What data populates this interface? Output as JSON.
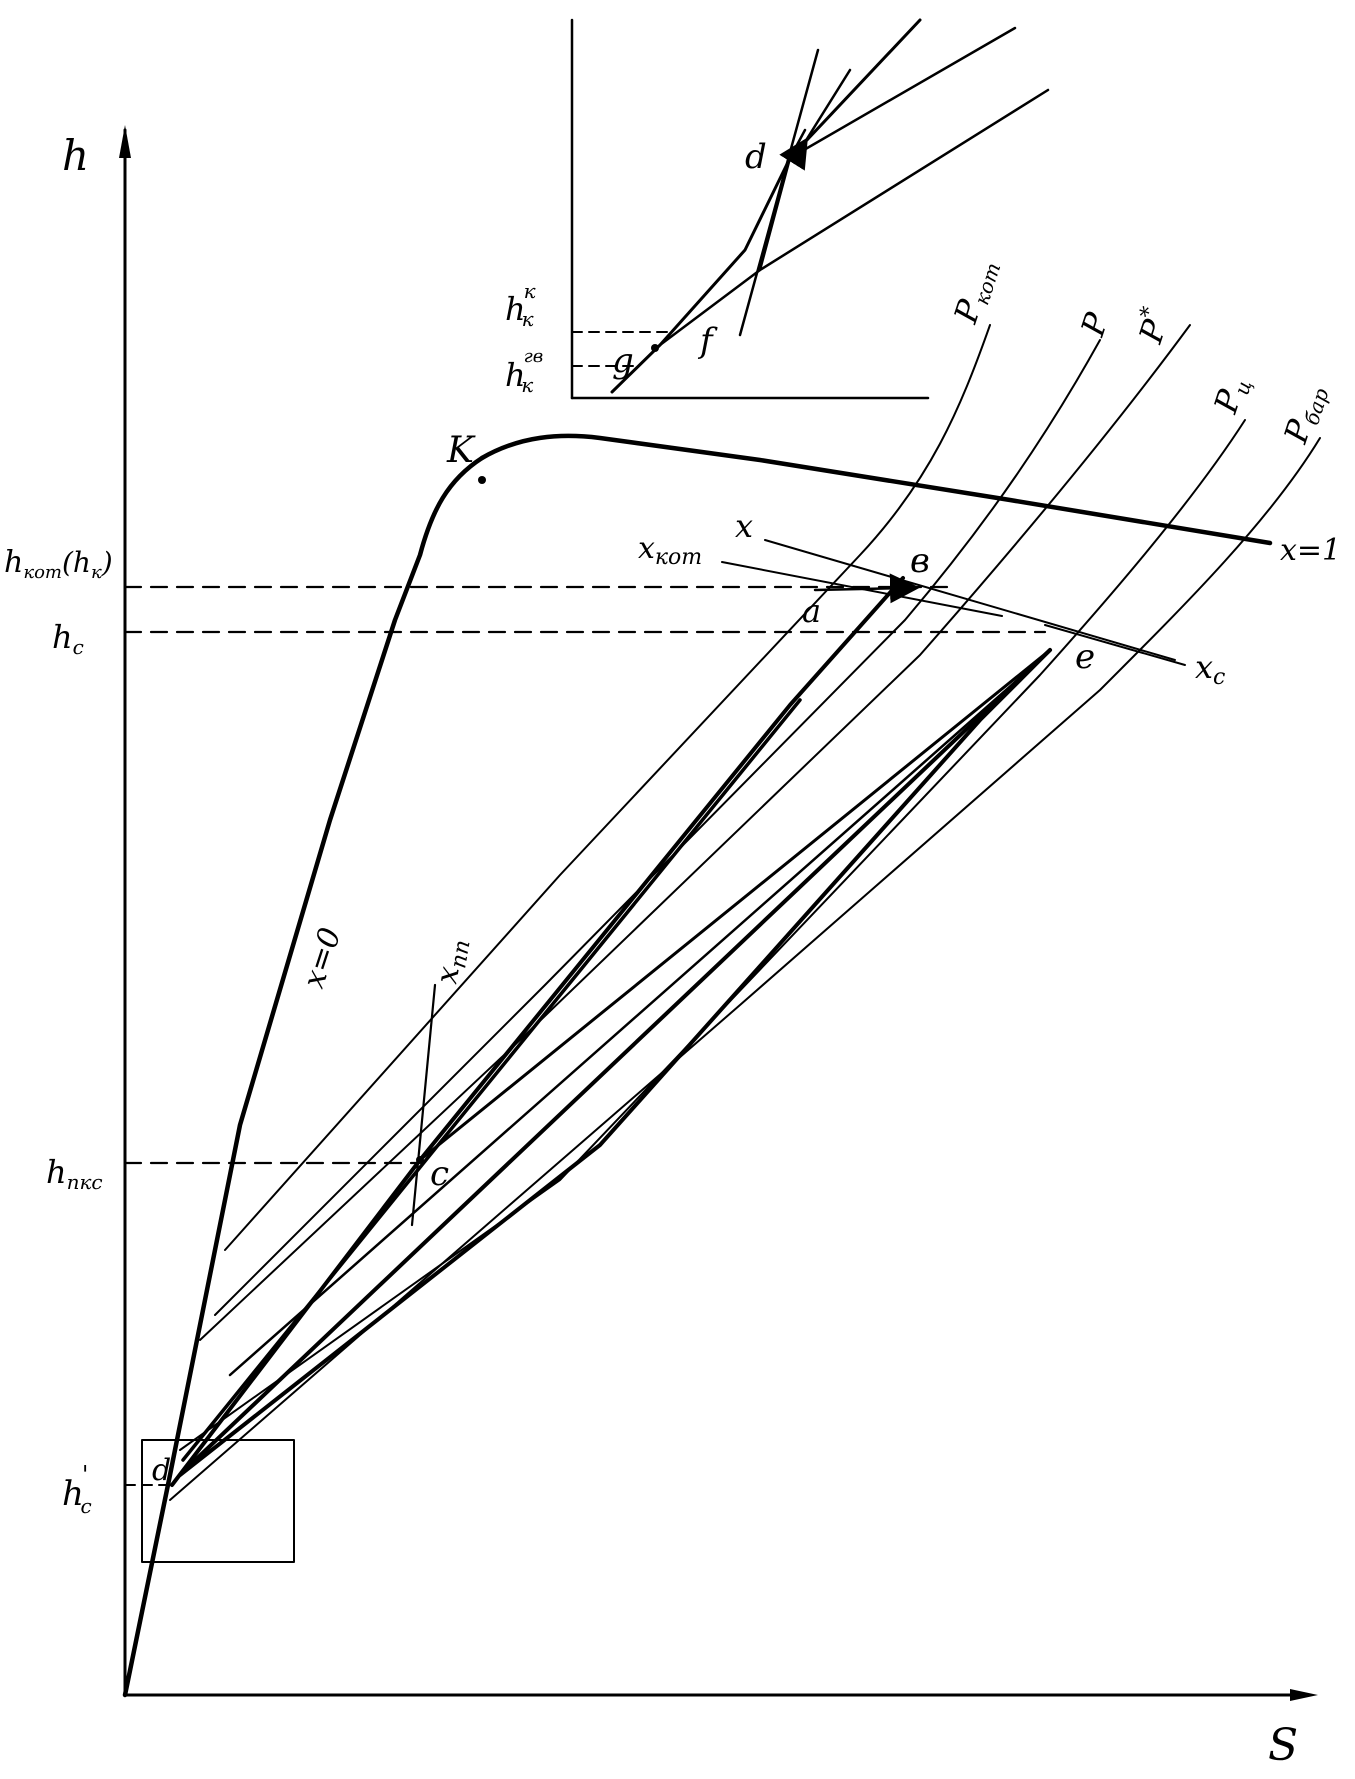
{
  "axes": {
    "vertical": {
      "label": "h"
    },
    "horizontal": {
      "label": "S"
    }
  },
  "curves": {
    "saturation_liquid": {
      "label": "x=0"
    },
    "saturation_vapor": {
      "label": "x=1"
    },
    "critical_point": {
      "label": "K"
    }
  },
  "isobars": [
    {
      "label": "P",
      "sub": "кот"
    },
    {
      "label": "P",
      "sub": ""
    },
    {
      "label": "P",
      "sup": "*"
    },
    {
      "label": "P",
      "sub": "ц"
    },
    {
      "label": "P",
      "sub": "бар"
    }
  ],
  "quality_lines": [
    {
      "label": "x",
      "sub": "кот"
    },
    {
      "label": "x",
      "sub": ""
    },
    {
      "label": "x",
      "sub": "c"
    },
    {
      "label": "x",
      "sub": "пп"
    }
  ],
  "points": {
    "a": "a",
    "b": "в",
    "c": "c",
    "e": "e",
    "d": "d"
  },
  "enthalpy_levels": [
    {
      "label": "h",
      "sub": "кот",
      "extra": "(h",
      "extra_sub": "к",
      "close": ")"
    },
    {
      "label": "h",
      "sub": "c"
    },
    {
      "label": "h",
      "sub": "пкс"
    },
    {
      "label": "h",
      "sub": "c",
      "sup": "'"
    }
  ],
  "inset": {
    "points": {
      "d": "d",
      "f": "f",
      "g": "g"
    },
    "levels": [
      {
        "label": "h",
        "sub": "к",
        "sup": "к"
      },
      {
        "label": "h",
        "sub": "к",
        "sup": "гв"
      }
    ]
  }
}
